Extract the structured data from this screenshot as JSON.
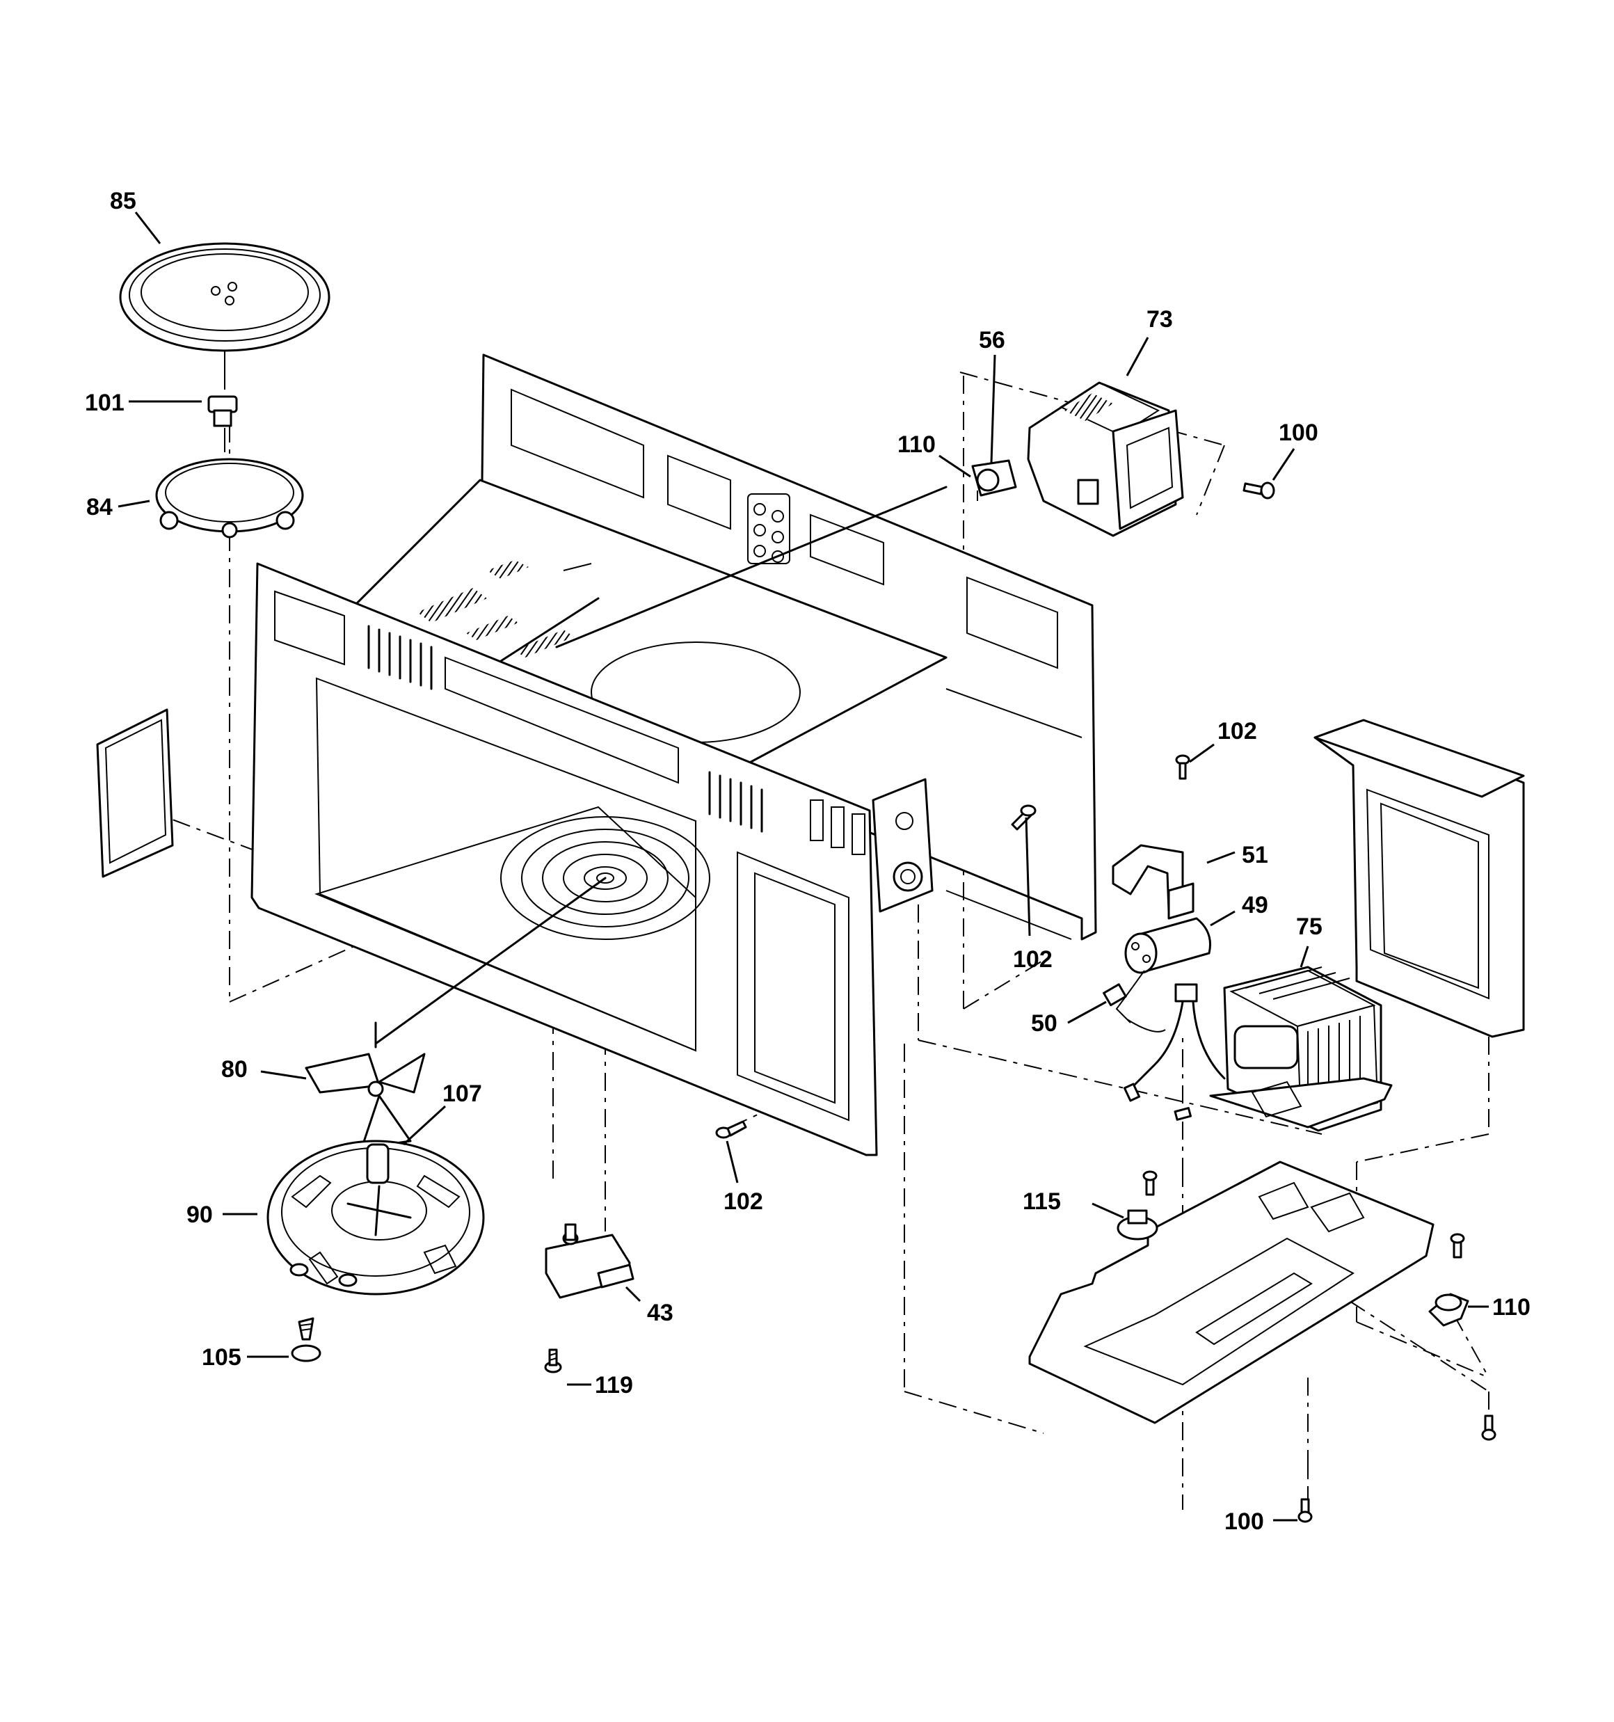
{
  "labels": {
    "p85": "85",
    "p101": "101",
    "p84": "84",
    "p56": "56",
    "p73": "73",
    "p110_top": "110",
    "p100_top": "100",
    "p102_right": "102",
    "p51": "51",
    "p49": "49",
    "p75": "75",
    "p50": "50",
    "p102_mid": "102",
    "p80": "80",
    "p107": "107",
    "p90": "90",
    "p102_bottom": "102",
    "p115": "115",
    "p110_bottom": "110",
    "p43": "43",
    "p105": "105",
    "p119": "119",
    "p100_bottom": "100"
  }
}
